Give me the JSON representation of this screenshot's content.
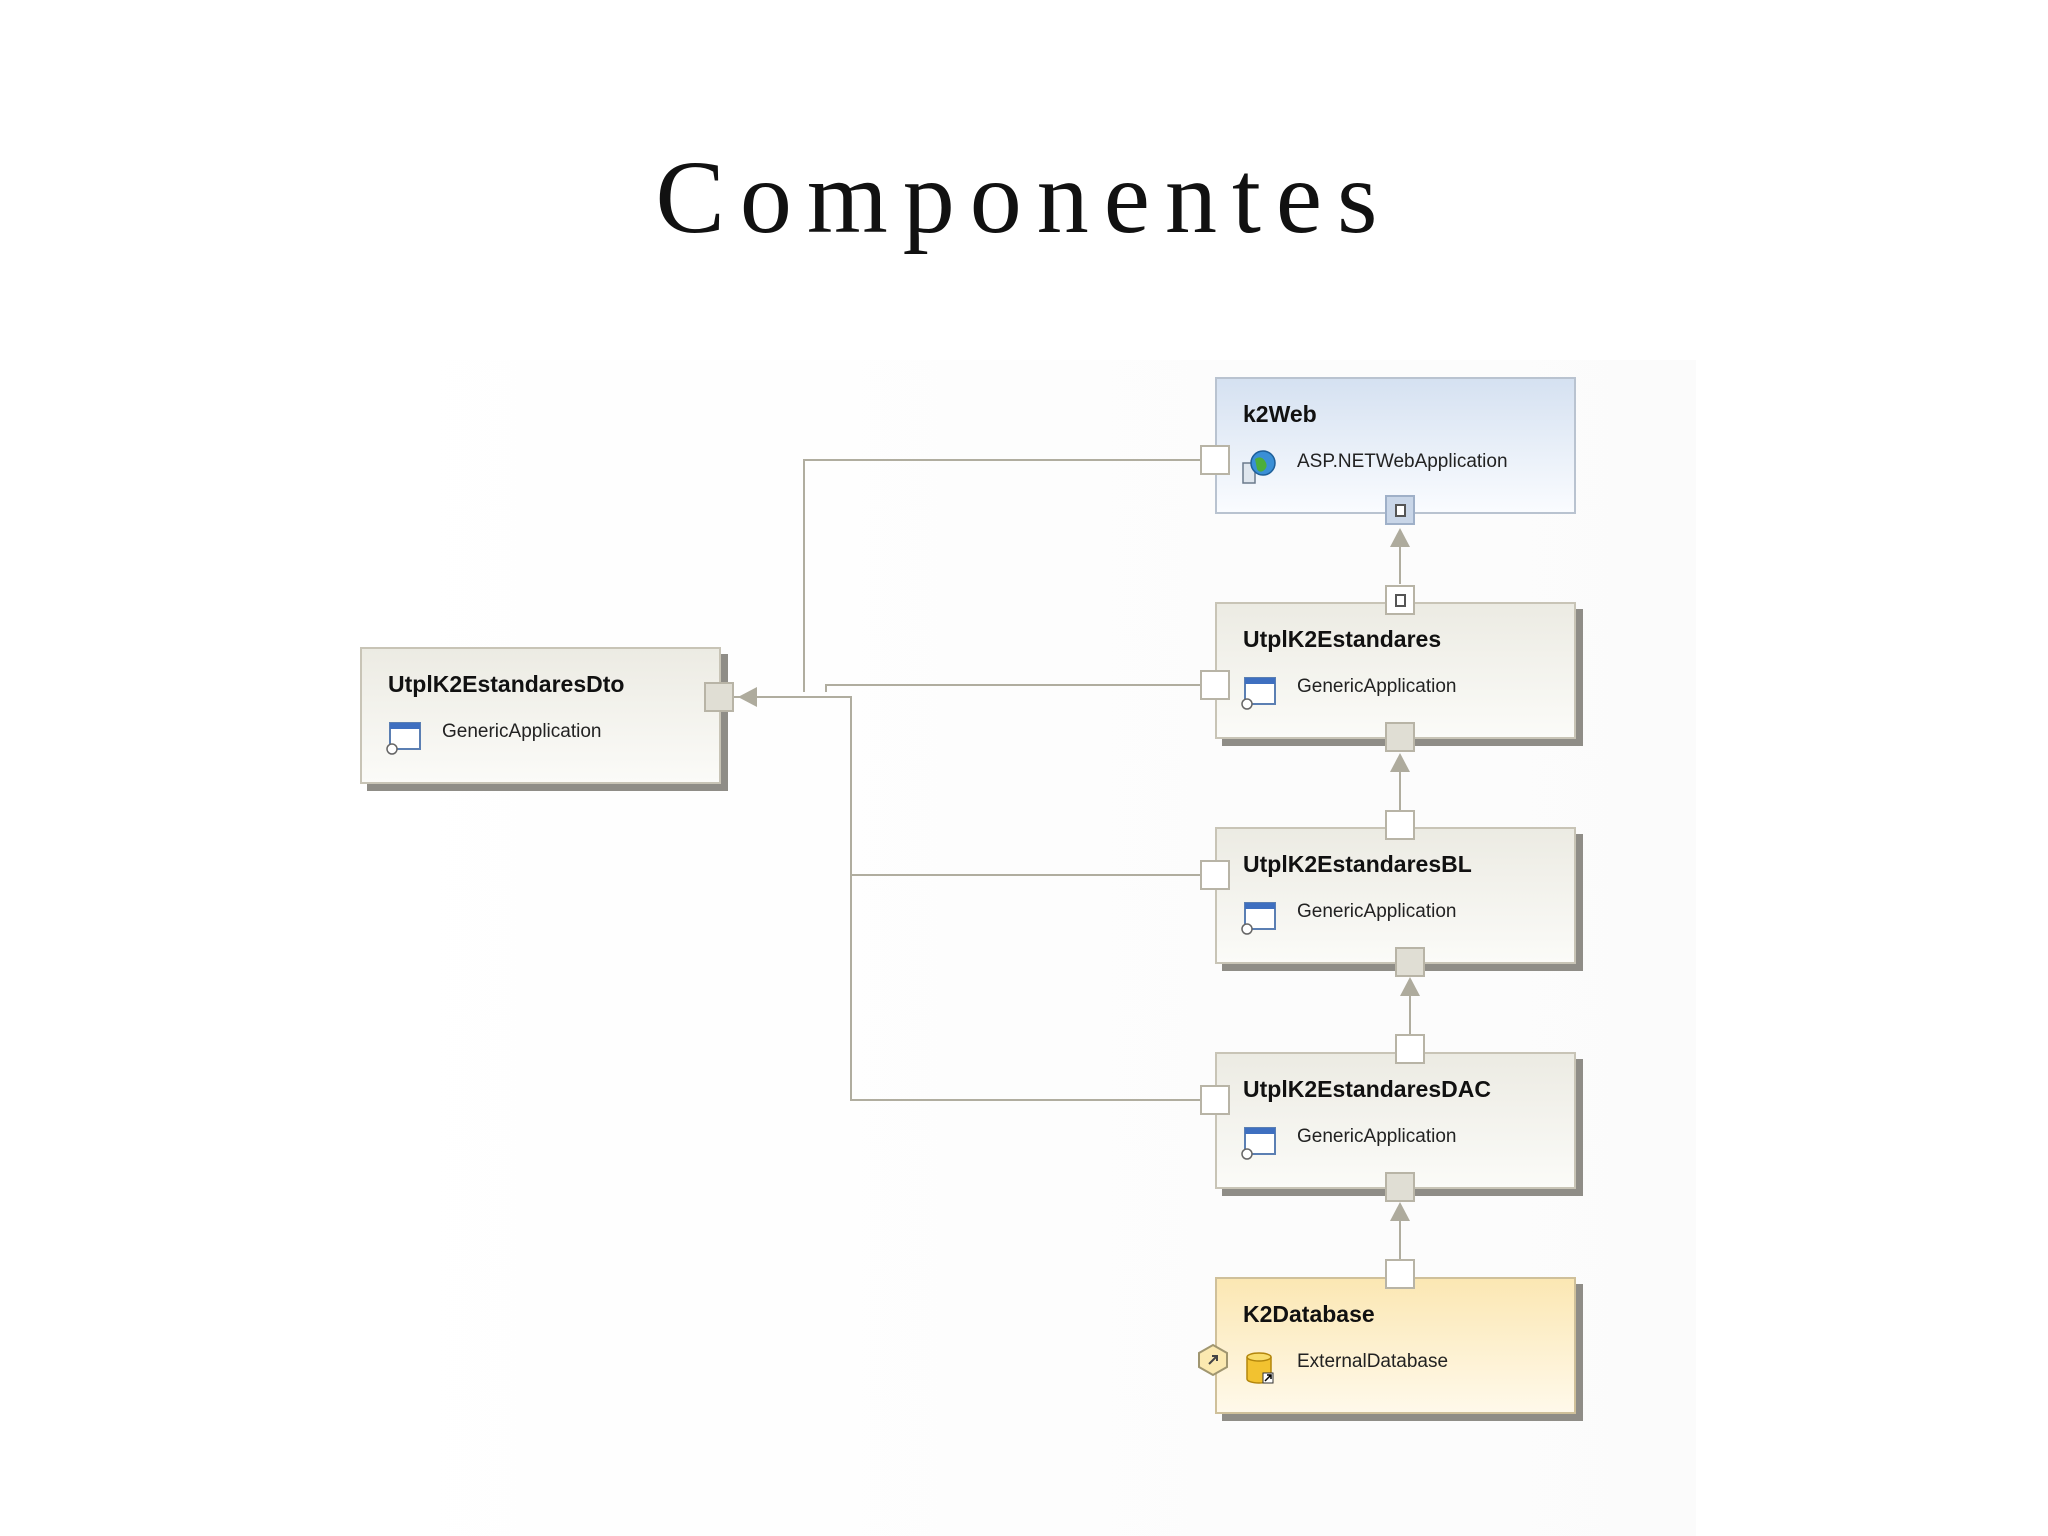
{
  "title": "Componentes",
  "components": [
    {
      "id": "k2web",
      "name": "k2Web",
      "type": "ASP.NETWebApplication",
      "icon": "globe-server-icon"
    },
    {
      "id": "estandares",
      "name": "UtplK2Estandares",
      "type": "GenericApplication",
      "icon": "generic-application-icon"
    },
    {
      "id": "bl",
      "name": "UtplK2EstandaresBL",
      "type": "GenericApplication",
      "icon": "generic-application-icon"
    },
    {
      "id": "dac",
      "name": "UtplK2EstandaresDAC",
      "type": "GenericApplication",
      "icon": "generic-application-icon"
    },
    {
      "id": "db",
      "name": "K2Database",
      "type": "ExternalDatabase",
      "icon": "database-icon"
    },
    {
      "id": "dto",
      "name": "UtplK2EstandaresDto",
      "type": "GenericApplication",
      "icon": "generic-application-icon"
    }
  ],
  "connections": [
    {
      "from": "k2web",
      "to": "dto"
    },
    {
      "from": "estandares",
      "to": "dto"
    },
    {
      "from": "bl",
      "to": "dto"
    },
    {
      "from": "dac",
      "to": "dto"
    },
    {
      "from": "estandares",
      "to": "k2web"
    },
    {
      "from": "bl",
      "to": "estandares"
    },
    {
      "from": "dac",
      "to": "bl"
    },
    {
      "from": "db",
      "to": "dac"
    }
  ],
  "colors": {
    "web_header": "#d5e1f1",
    "app_header": "#ecebe3",
    "db_header": "#fbe7b3",
    "connector": "#b0ad9f"
  }
}
